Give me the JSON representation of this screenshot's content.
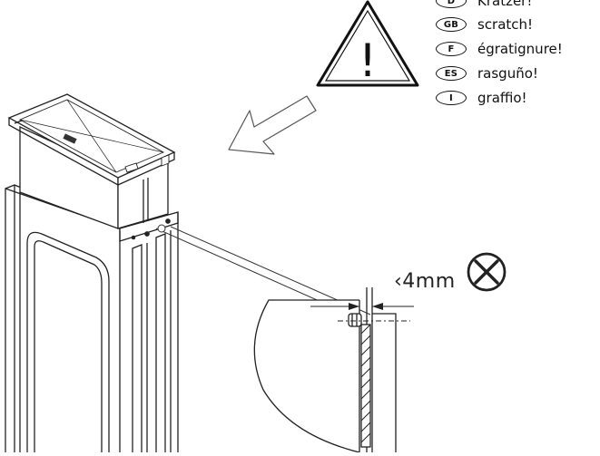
{
  "warning": {
    "symbol": "!",
    "languages": [
      {
        "code": "D",
        "word": "Kratzer!"
      },
      {
        "code": "GB",
        "word": "scratch!"
      },
      {
        "code": "F",
        "word": "égratignure!"
      },
      {
        "code": "ES",
        "word": "rasguño!"
      },
      {
        "code": "I",
        "word": "graffio!"
      }
    ]
  },
  "detail": {
    "gap_label": "‹4mm",
    "status_icon": "x-circle-icon"
  }
}
